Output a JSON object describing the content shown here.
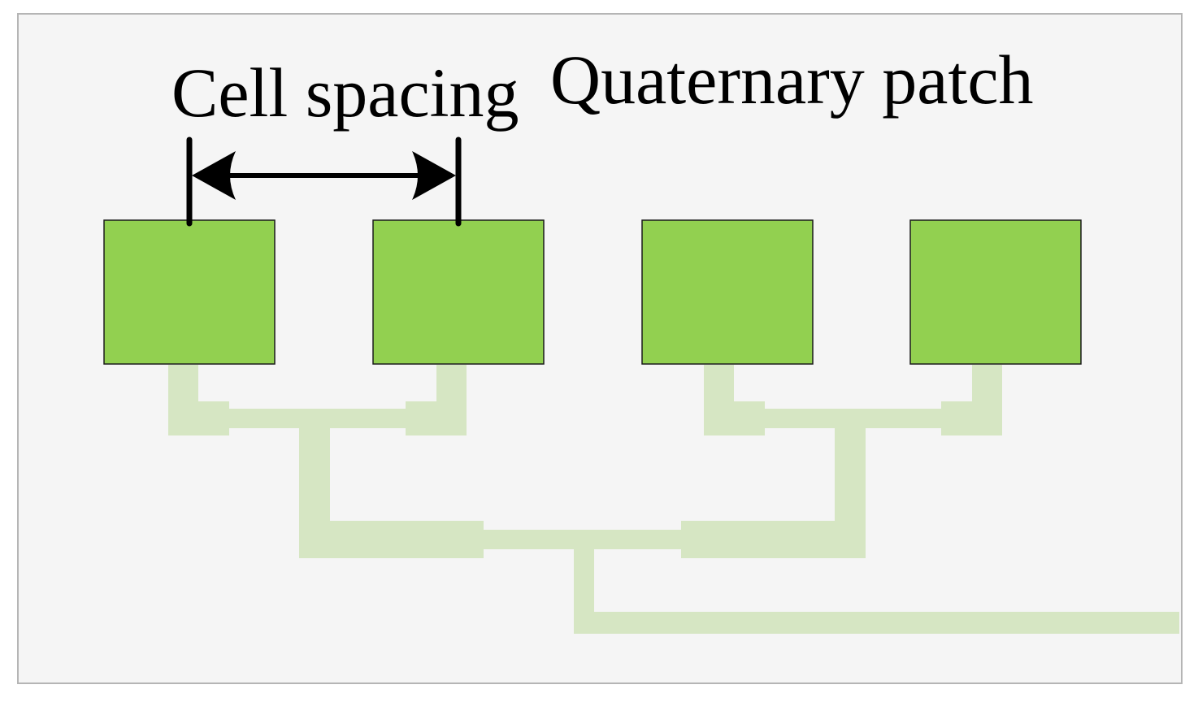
{
  "diagram": {
    "title": "Quaternary patch",
    "dimension_label": "Cell spacing",
    "patch_count": 4,
    "colors": {
      "background": "#f5f5f5",
      "frame": "#b5b5b5",
      "patch_fill": "#92d050",
      "patch_stroke": "#1a1a1a",
      "feed_line": "#d6e6c3",
      "dimension_line": "#000000"
    }
  }
}
